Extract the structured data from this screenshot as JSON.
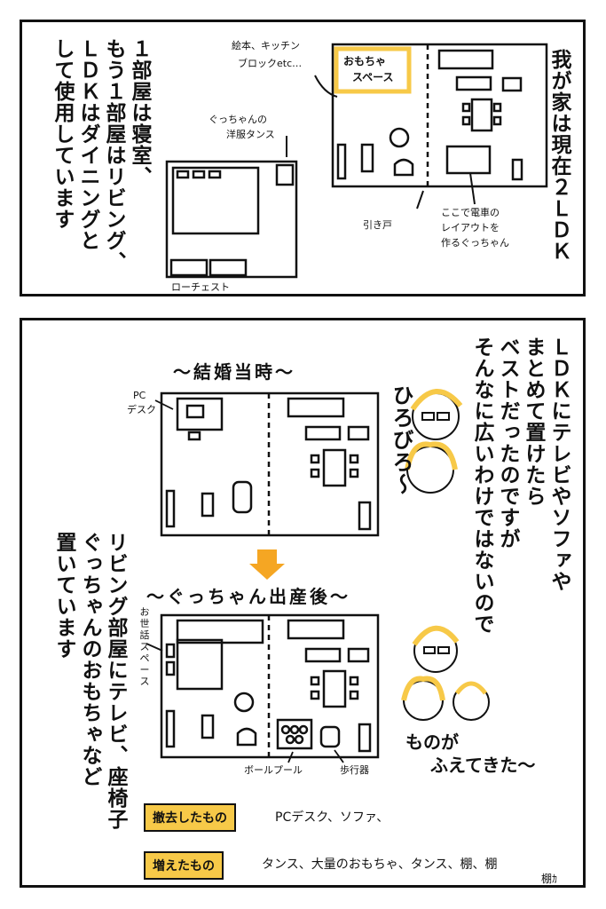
{
  "panel1": {
    "narration_right": "我が家は現在２ＬＤＫ",
    "narration_left": [
      "１部屋は寝室、",
      "もう１部屋はリビング、",
      "ＬＤＫはダイニングと",
      "して使用しています"
    ],
    "labels": {
      "toys_note": [
        "絵本、キッチン",
        "ブロックetc…"
      ],
      "toy_space": [
        "おもちゃ",
        "スペース"
      ],
      "wardrobe": [
        "ぐっちゃんの",
        "洋服タンス"
      ],
      "low_chest": "ローチェスト",
      "sliding_door": "引き戸",
      "train_note": [
        "ここで電車の",
        "レイアウトを",
        "作るぐっちゃん"
      ]
    }
  },
  "panel2": {
    "narration_right": [
      "ＬＤＫにテレビやソファや",
      "まとめて置けたら",
      "ベストだったのですが",
      "そんなに広いわけではないので"
    ],
    "narration_left": [
      "リビング部屋にテレビ、座椅子",
      "ぐっちゃんのおもちゃなど",
      "置いています"
    ],
    "title_wedding": "〜結婚当時〜",
    "title_after": "〜ぐっちゃん出産後〜",
    "pc_desk": [
      "PC",
      "デスク"
    ],
    "spacious": "ひろびろ〜",
    "care_space": [
      "お",
      "世",
      "話",
      "ス",
      "ペ",
      "ー",
      "ス"
    ],
    "ball_pool": "ボールプール",
    "walker": "歩行器",
    "more_stuff": [
      "ものが",
      "ふえてきた〜"
    ],
    "removed_label": "撤去したもの",
    "removed_items": "PCデスク、ソファ、",
    "added_label": "増えたもの",
    "added_items": "タンス、大量のおもちゃ、タンス、棚、棚",
    "added_items_cont": "棚ｶ"
  },
  "colors": {
    "accent": "#f7c948",
    "arrow": "#f5a623",
    "line": "#111111"
  }
}
